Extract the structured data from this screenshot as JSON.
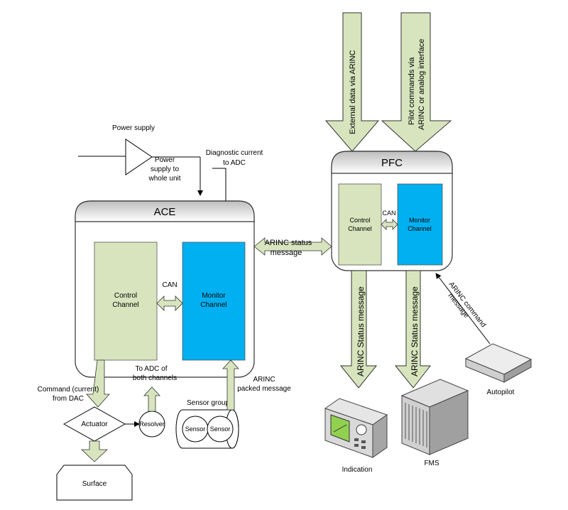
{
  "colors": {
    "control": "#d7e4bd",
    "monitor": "#00b0f0",
    "arrow_fill": "#d7e4bd",
    "header_grad_top": "#c0c0c0",
    "box_border": "#333333"
  },
  "power": {
    "title": "Power supply",
    "to_unit": [
      "Power",
      "supply to",
      "whole unit"
    ]
  },
  "diagnostic": [
    "Diagnostic current",
    "to ADC"
  ],
  "ace": {
    "title": "ACE",
    "control": [
      "Control",
      "Channel"
    ],
    "monitor": [
      "Monitor",
      "Channel"
    ],
    "can": "CAN"
  },
  "pfc": {
    "title": "PFC",
    "control": [
      "Control",
      "Channel"
    ],
    "monitor": [
      "Monitor",
      "Channel"
    ],
    "can": "CAN"
  },
  "arinc_status_message": [
    "ARINC status",
    "message"
  ],
  "external_data": "External data via ARINC",
  "pilot_commands": [
    "Pilot commands via",
    "ARINC or analog interface"
  ],
  "arinc_status_indication": "ARINC Status message",
  "arinc_status_fms": "ARINC Status message",
  "arinc_command": [
    "ARINC command",
    "message"
  ],
  "command_from_dac": [
    "Command (current)",
    "from DAC"
  ],
  "to_adc": [
    "To ADC of",
    "both channels"
  ],
  "arinc_packed": [
    "ARINC",
    "packed message"
  ],
  "sensor_group": "Sensor group",
  "sensors": [
    "Sensor",
    "Sensor"
  ],
  "actuator": "Actuator",
  "resolver": "Resolver",
  "surface": "Surface",
  "devices": {
    "indication": "Indication",
    "fms": "FMS",
    "autopilot": "Autopilot"
  },
  "icons": [
    "amplifier-icon",
    "indicator-gauge-icon",
    "fms-server-icon",
    "autopilot-box-icon"
  ]
}
